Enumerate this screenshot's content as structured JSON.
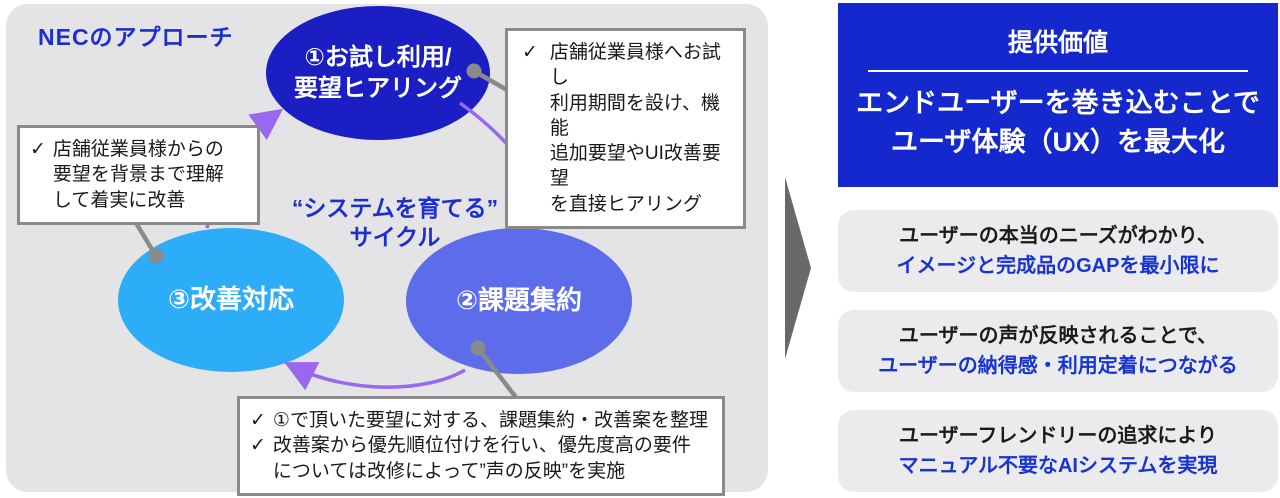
{
  "glyphs": {
    "check": "✓"
  },
  "colors": {
    "panel_bg": "#e4e4e6",
    "ellipse1": "#1b1ec2",
    "ellipse2": "#5c6ceb",
    "ellipse3": "#2dacf7",
    "header_blue": "#1428cd",
    "text_blue": "#1c2ed0",
    "benefit_blue": "#1733d1",
    "arrow_purple": "#9a67f0",
    "connector_gray": "#8a8a8a",
    "flow_arrow_gray": "#696969"
  },
  "left_panel": {
    "title": "NECのアプローチ",
    "cycle_label_line1": "“システムを育てる”",
    "cycle_label_line2": "サイクル",
    "ellipses": {
      "step1_line1": "①お試し利用/",
      "step1_line2": "要望ヒアリング",
      "step2": "②課題集約",
      "step3": "③改善対応"
    },
    "callouts": {
      "hearing": {
        "text": "店舗従業員様へお試し\n利用期間を設け、機能\n追加要望やUI改善要望\nを直接ヒアリング"
      },
      "improve": {
        "text": "店舗従業員様からの\n要望を背景まで理解\nして着実に改善"
      },
      "aggregate_item1": {
        "text": "①で頂いた要望に対する、課題集約・改善案を整理"
      },
      "aggregate_item2": {
        "text": "改善案から優先順位付けを行い、優先度高の要件\nについては改修によって”声の反映”を実施"
      }
    }
  },
  "right_panel": {
    "header": {
      "title": "提供価値",
      "line1": "エンドユーザーを巻き込むことで",
      "line2": "ユーザ体験（UX）を最大化"
    },
    "benefits": [
      {
        "line1": "ユーザーの本当のニーズがわかり、",
        "line2": "イメージと完成品のGAPを最小限に"
      },
      {
        "line1": "ユーザーの声が反映されることで、",
        "line2": "ユーザーの納得感・利用定着につながる"
      },
      {
        "line1": "ユーザーフレンドリーの追求により",
        "line2": "マニュアル不要なAIシステムを実現"
      }
    ]
  }
}
